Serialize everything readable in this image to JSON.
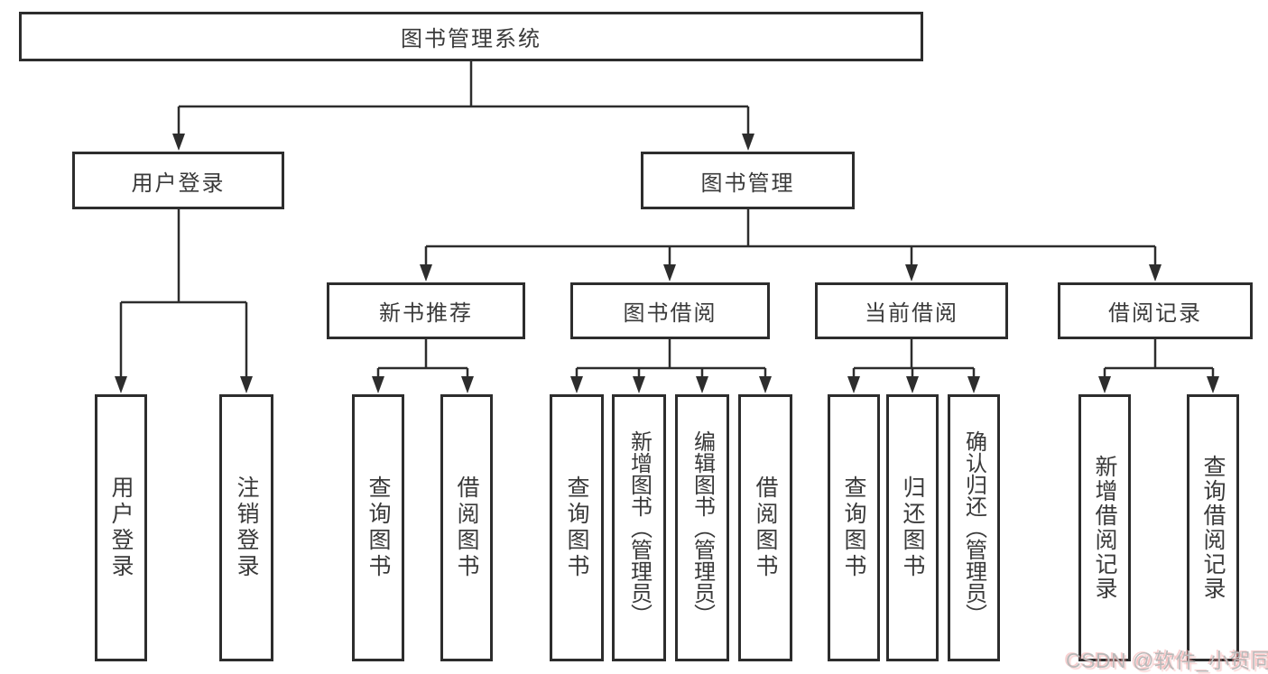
{
  "nodes": {
    "root": {
      "label": "图书管理系统"
    },
    "user_login": {
      "label": "用户登录"
    },
    "book_mgmt": {
      "label": "图书管理"
    },
    "user_login_leaf": {
      "label": "用户登录"
    },
    "logout_leaf": {
      "label": "注销登录"
    },
    "new_book_rec": {
      "label": "新书推荐"
    },
    "book_borrow": {
      "label": "图书借阅"
    },
    "current_borrow": {
      "label": "当前借阅"
    },
    "borrow_records": {
      "label": "借阅记录"
    },
    "nbr_query": {
      "label": "查询图书"
    },
    "nbr_borrow": {
      "label": "借阅图书"
    },
    "bb_query": {
      "label": "查询图书"
    },
    "bb_add": {
      "label": "新增图书（管理员）"
    },
    "bb_edit": {
      "label": "编辑图书（管理员）"
    },
    "bb_borrow": {
      "label": "借阅图书"
    },
    "cb_query": {
      "label": "查询图书"
    },
    "cb_return": {
      "label": "归还图书"
    },
    "cb_confirm": {
      "label": "确认归还（管理员）"
    },
    "br_add": {
      "label": "新增借阅记录"
    },
    "br_query": {
      "label": "查询借阅记录"
    }
  },
  "watermark": {
    "text": "CSDN @软件_小贺同学"
  },
  "colors": {
    "line": "#2d2d2d",
    "text": "#3a3a3a",
    "background": "#ffffff",
    "watermark": "#b9b9b9",
    "watermark_accent": "#f09696"
  }
}
